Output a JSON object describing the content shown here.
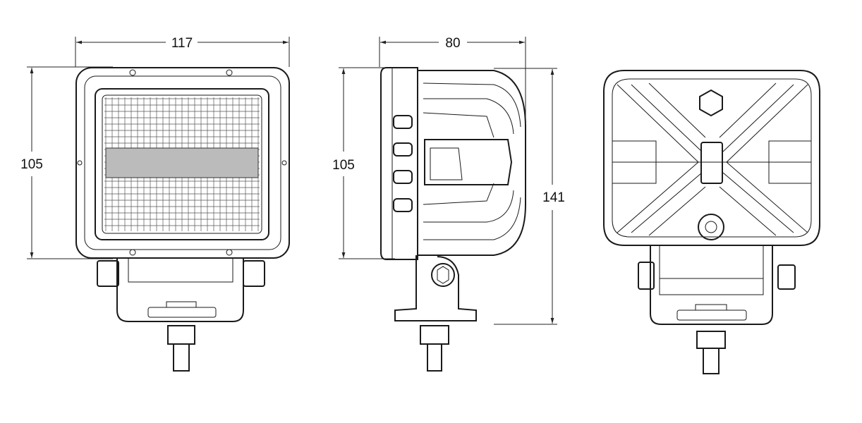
{
  "front_view": {
    "width_label": "117",
    "height_label": "105"
  },
  "side_view": {
    "depth_label": "80",
    "height_label": "105"
  },
  "rear_view": {
    "total_height_label": "141"
  },
  "colors": {
    "line": "#1a1a1a",
    "background": "#ffffff"
  }
}
